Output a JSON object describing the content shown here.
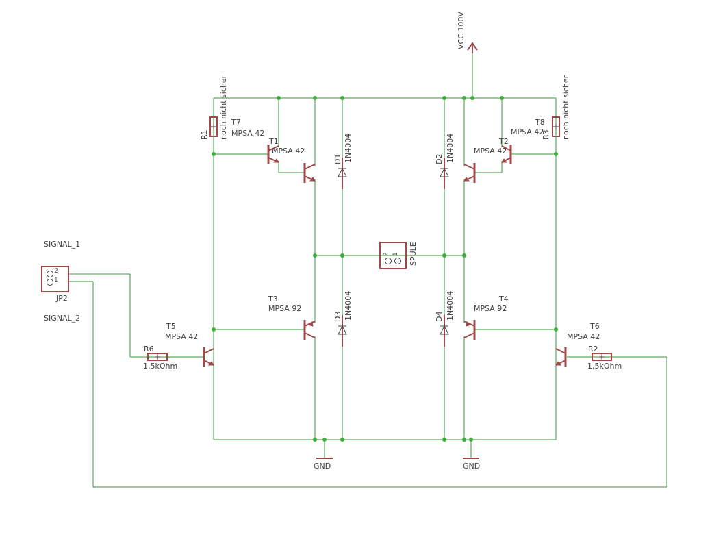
{
  "colors": {
    "wire": "#3a9a3a",
    "junction": "#3ab03a",
    "part": "#a04848",
    "text": "#404040",
    "background": "#ffffff"
  },
  "supply": {
    "name": "VCC 100V"
  },
  "ground": {
    "name": "GND"
  },
  "connector": {
    "name": "JP2",
    "pin1": "1",
    "pin2": "2"
  },
  "coil": {
    "name": "SPULE",
    "pin1": "1",
    "pin2": "2"
  },
  "signals": {
    "s1": "SIGNAL_1",
    "s2": "SIGNAL_2"
  },
  "transistors": {
    "t1": {
      "name": "T1",
      "value": "MPSA 42"
    },
    "t2": {
      "name": "T2",
      "value": "MPSA 42"
    },
    "t3": {
      "name": "T3",
      "value": "MPSA 92"
    },
    "t4": {
      "name": "T4",
      "value": "MPSA 92"
    },
    "t5": {
      "name": "T5",
      "value": "MPSA 42"
    },
    "t6": {
      "name": "T6",
      "value": "MPSA 42"
    },
    "t7": {
      "name": "T7",
      "value": "MPSA 42"
    },
    "t8": {
      "name": "T8",
      "value": "MPSA 42"
    }
  },
  "diodes": {
    "d1": {
      "name": "D1",
      "value": "1N4004"
    },
    "d2": {
      "name": "D2",
      "value": "1N4004"
    },
    "d3": {
      "name": "D3",
      "value": "1N4004"
    },
    "d4": {
      "name": "D4",
      "value": "1N4004"
    }
  },
  "resistors": {
    "r1": {
      "name": "R1",
      "value": "noch nicht sicher"
    },
    "r3": {
      "name": "R3",
      "value": "noch nicht sicher"
    },
    "r2": {
      "name": "R2",
      "value": "1,5kOhm"
    },
    "r6": {
      "name": "R6",
      "value": "1,5kOhm"
    }
  }
}
